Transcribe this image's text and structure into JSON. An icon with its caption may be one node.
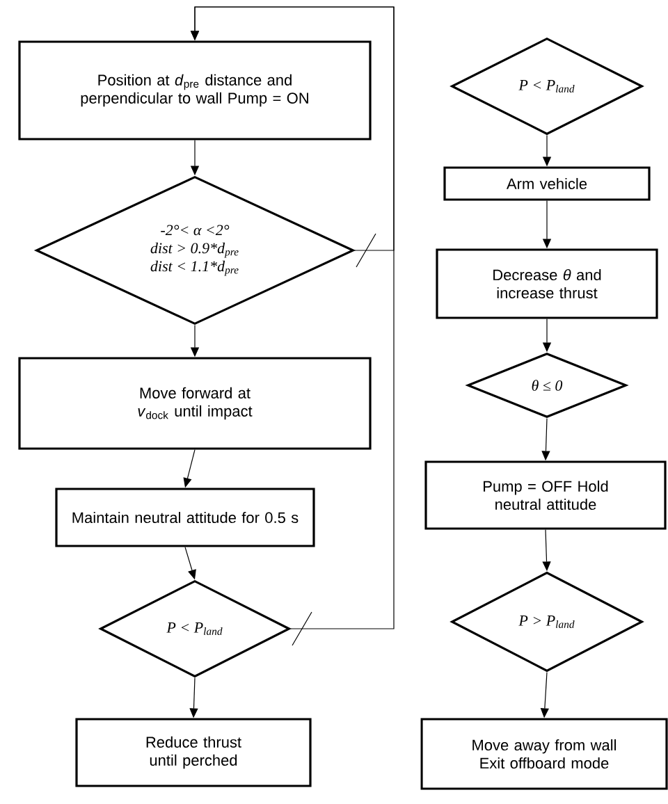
{
  "diagram": {
    "nodes": [
      {
        "text": [
          "Position at *d*$_{pre}$ distance and perpendicular to wall Pump = ON"
        ]
      },
      {
        "text": [
          "-2°< α <2°",
          "dist > 0.9*d$_{pre}$",
          "dist < 1.1*d$_{pre}$"
        ]
      },
      {
        "text": [
          "Move forward at *v*$_{dock}$ until impact"
        ]
      },
      {
        "text": [
          "Maintain neutral attitude for 0.5 s"
        ]
      },
      {
        "text": [
          "P < P$_{land}$"
        ]
      },
      {
        "text": [
          "Reduce thrust until perched"
        ]
      },
      {
        "text": [
          "P < P$_{land}$"
        ]
      },
      {
        "text": [
          "Arm vehicle"
        ]
      },
      {
        "text": [
          "Decrease *θ* and increase thrust"
        ]
      },
      {
        "text": [
          "θ ≤ 0"
        ]
      },
      {
        "text": [
          "Pump = OFF Hold neutral attitude"
        ]
      },
      {
        "text": [
          "P > P$_{land}$"
        ]
      },
      {
        "text": [
          "Move away from wall Exit offboard mode"
        ]
      }
    ],
    "edges": [
      {
        "from": 0,
        "to": 1,
        "arrow": "to"
      },
      {
        "from": 1,
        "to": 2,
        "arrow": "to"
      },
      {
        "from": 2,
        "to": 3,
        "arrow": "to"
      },
      {
        "from": 3,
        "to": 4,
        "arrow": "to"
      },
      {
        "from": 4,
        "to": 5,
        "arrow": "to"
      },
      {
        "from": 1,
        "to": 0,
        "arrow": "to"
      },
      {
        "from": 4,
        "to": 0,
        "arrow": "to"
      },
      {
        "from": 6,
        "to": 7,
        "arrow": "to"
      },
      {
        "from": 7,
        "to": 8,
        "arrow": "to"
      },
      {
        "from": 8,
        "to": 9,
        "arrow": "to"
      },
      {
        "from": 9,
        "to": 10,
        "arrow": "to"
      },
      {
        "from": 10,
        "to": 11,
        "arrow": "to"
      },
      {
        "from": 11,
        "to": 12,
        "arrow": "to"
      }
    ]
  }
}
